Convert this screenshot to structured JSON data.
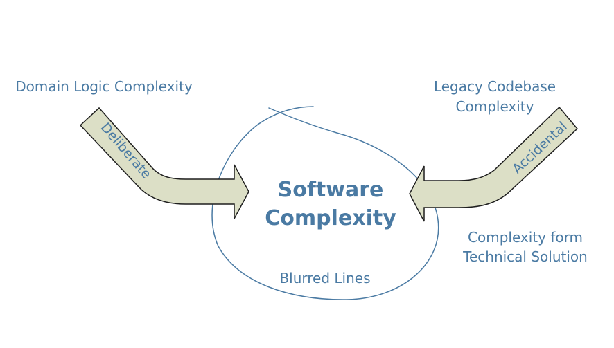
{
  "diagram": {
    "center_title_line1": "Software",
    "center_title_line2": "Complexity",
    "center_caption": "Blurred Lines",
    "left_source": "Domain Logic Complexity",
    "left_arrow_label": "Deliberate",
    "right_source_line1": "Legacy Codebase",
    "right_source_line2": "Complexity",
    "right_arrow_label": "Accidental",
    "right_note_line1": "Complexity form",
    "right_note_line2": "Technical Solution"
  },
  "colors": {
    "text": "#4a7aa3",
    "outline": "#4a7aa3",
    "arrow_fill": "#dcdfc6",
    "arrow_stroke": "#1f1f1f"
  }
}
